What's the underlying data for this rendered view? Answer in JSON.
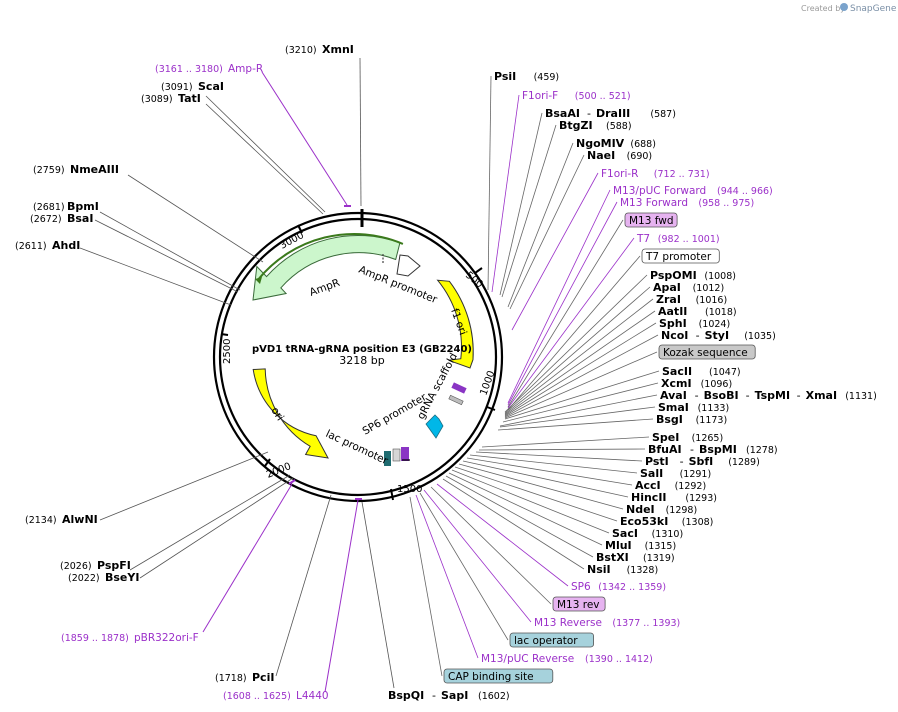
{
  "watermark": {
    "prefix": "Created by",
    "brand": "SnapGene"
  },
  "plasmid": {
    "name": "pVD1 tRNA-gRNA position E3 (GB2240)",
    "size": "3218 bp"
  },
  "ticks": [
    "500",
    "1000",
    "1500",
    "2000",
    "2500",
    "3000"
  ],
  "features": {
    "ampr": "AmpR",
    "ampr_promoter": "AmpR promoter",
    "f1_ori": "f1 ori",
    "ori": "ori",
    "lac_promoter": "lac promoter",
    "sp6_promoter": "SP6 promoter",
    "grna_scaffold": "gRNA scaffold"
  },
  "left_enzymes": [
    {
      "name": "XmnI",
      "pos": "(3210)"
    },
    {
      "name": "ScaI",
      "pos": "(3091)"
    },
    {
      "name": "TatI",
      "pos": "(3089)"
    },
    {
      "name": "NmeAIII",
      "pos": "(2759)"
    },
    {
      "name": "BpmI",
      "pos": "(2681)"
    },
    {
      "name": "BsaI",
      "pos": "(2672)"
    },
    {
      "name": "AhdI",
      "pos": "(2611)"
    },
    {
      "name": "AlwNI",
      "pos": "(2134)"
    },
    {
      "name": "PspFI",
      "pos": "(2026)"
    },
    {
      "name": "BseYI",
      "pos": "(2022)"
    },
    {
      "name": "PciI",
      "pos": "(1718)"
    }
  ],
  "left_primers": [
    {
      "name": "Amp-R",
      "range": "(3161 .. 3180)"
    },
    {
      "name": "pBR322ori-F",
      "range": "(1859 .. 1878)"
    },
    {
      "name": "L4440",
      "range": "(1608 .. 1625)"
    }
  ],
  "bottom_enzyme": {
    "name1": "BspQI",
    "sep": "-",
    "name2": "SapI",
    "pos": "(1602)"
  },
  "right_labels": [
    {
      "kind": "enzyme",
      "name": "PsiI",
      "pos": "(459)"
    },
    {
      "kind": "primer",
      "name": "F1ori-F",
      "pos": "(500 .. 521)"
    },
    {
      "kind": "enzyme",
      "name": "BsaAI",
      "extra": "DraIII",
      "pos": "(587)"
    },
    {
      "kind": "enzyme",
      "name": "BtgZI",
      "pos": "(588)"
    },
    {
      "kind": "enzyme",
      "name": "NgoMIV",
      "pos": "(688)"
    },
    {
      "kind": "enzyme",
      "name": "NaeI",
      "pos": "(690)"
    },
    {
      "kind": "primer",
      "name": "F1ori-R",
      "pos": "(712 .. 731)"
    },
    {
      "kind": "primer",
      "name": "M13/pUC Forward",
      "pos": "(944 .. 966)"
    },
    {
      "kind": "primer",
      "name": "M13 Forward",
      "pos": "(958 .. 975)"
    },
    {
      "kind": "boxp",
      "name": "M13 fwd"
    },
    {
      "kind": "primer",
      "name": "T7",
      "pos": "(982 .. 1001)"
    },
    {
      "kind": "boxw",
      "name": "T7 promoter"
    },
    {
      "kind": "enzyme",
      "name": "PspOMI",
      "pos": "(1008)"
    },
    {
      "kind": "enzyme",
      "name": "ApaI",
      "pos": "(1012)"
    },
    {
      "kind": "enzyme",
      "name": "ZraI",
      "pos": "(1016)"
    },
    {
      "kind": "enzyme",
      "name": "AatII",
      "pos": "(1018)"
    },
    {
      "kind": "enzyme",
      "name": "SphI",
      "pos": "(1024)"
    },
    {
      "kind": "enzyme",
      "name": "NcoI",
      "extra": "StyI",
      "pos": "(1035)"
    },
    {
      "kind": "boxg",
      "name": "Kozak sequence"
    },
    {
      "kind": "enzyme",
      "name": "SacII",
      "pos": "(1047)"
    },
    {
      "kind": "enzyme",
      "name": "XcmI",
      "pos": "(1096)"
    },
    {
      "kind": "enzyme",
      "name": "AvaI",
      "extra": "BsoBI",
      "extra2": "TspMI",
      "extra3": "XmaI",
      "pos": "(1131)"
    },
    {
      "kind": "enzyme",
      "name": "SmaI",
      "pos": "(1133)"
    },
    {
      "kind": "enzyme",
      "name": "BsgI",
      "pos": "(1173)"
    },
    {
      "kind": "enzyme",
      "name": "SpeI",
      "pos": "(1265)"
    },
    {
      "kind": "enzyme",
      "name": "BfuAI",
      "extra": "BspMI",
      "pos": "(1278)"
    },
    {
      "kind": "enzyme",
      "name": "PstI",
      "extra": "SbfI",
      "pos": "(1289)"
    },
    {
      "kind": "enzyme",
      "name": "SalI",
      "pos": "(1291)"
    },
    {
      "kind": "enzyme",
      "name": "AccI",
      "pos": "(1292)"
    },
    {
      "kind": "enzyme",
      "name": "HincII",
      "pos": "(1293)"
    },
    {
      "kind": "enzyme",
      "name": "NdeI",
      "pos": "(1298)"
    },
    {
      "kind": "enzyme",
      "name": "Eco53kI",
      "pos": "(1308)"
    },
    {
      "kind": "enzyme",
      "name": "SacI",
      "pos": "(1310)"
    },
    {
      "kind": "enzyme",
      "name": "MluI",
      "pos": "(1315)"
    },
    {
      "kind": "enzyme",
      "name": "BstXI",
      "pos": "(1319)"
    },
    {
      "kind": "enzyme",
      "name": "NsiI",
      "pos": "(1328)"
    },
    {
      "kind": "primer",
      "name": "SP6",
      "pos": "(1342 .. 1359)"
    },
    {
      "kind": "boxp",
      "name": "M13 rev"
    },
    {
      "kind": "primer",
      "name": "M13 Reverse",
      "pos": "(1377 .. 1393)"
    },
    {
      "kind": "boxb",
      "name": "lac operator"
    },
    {
      "kind": "primer",
      "name": "M13/pUC Reverse",
      "pos": "(1390 .. 1412)"
    },
    {
      "kind": "boxb",
      "name": "CAP binding site"
    }
  ],
  "colors": {
    "primer": "#9b30c9",
    "ampr": "#ccf6cc",
    "ori": "#ffff00",
    "backbone": "#000000",
    "box_purple": "#e6b3f0",
    "box_blue": "#a6d2dc",
    "box_gray": "#c8c8c8"
  }
}
